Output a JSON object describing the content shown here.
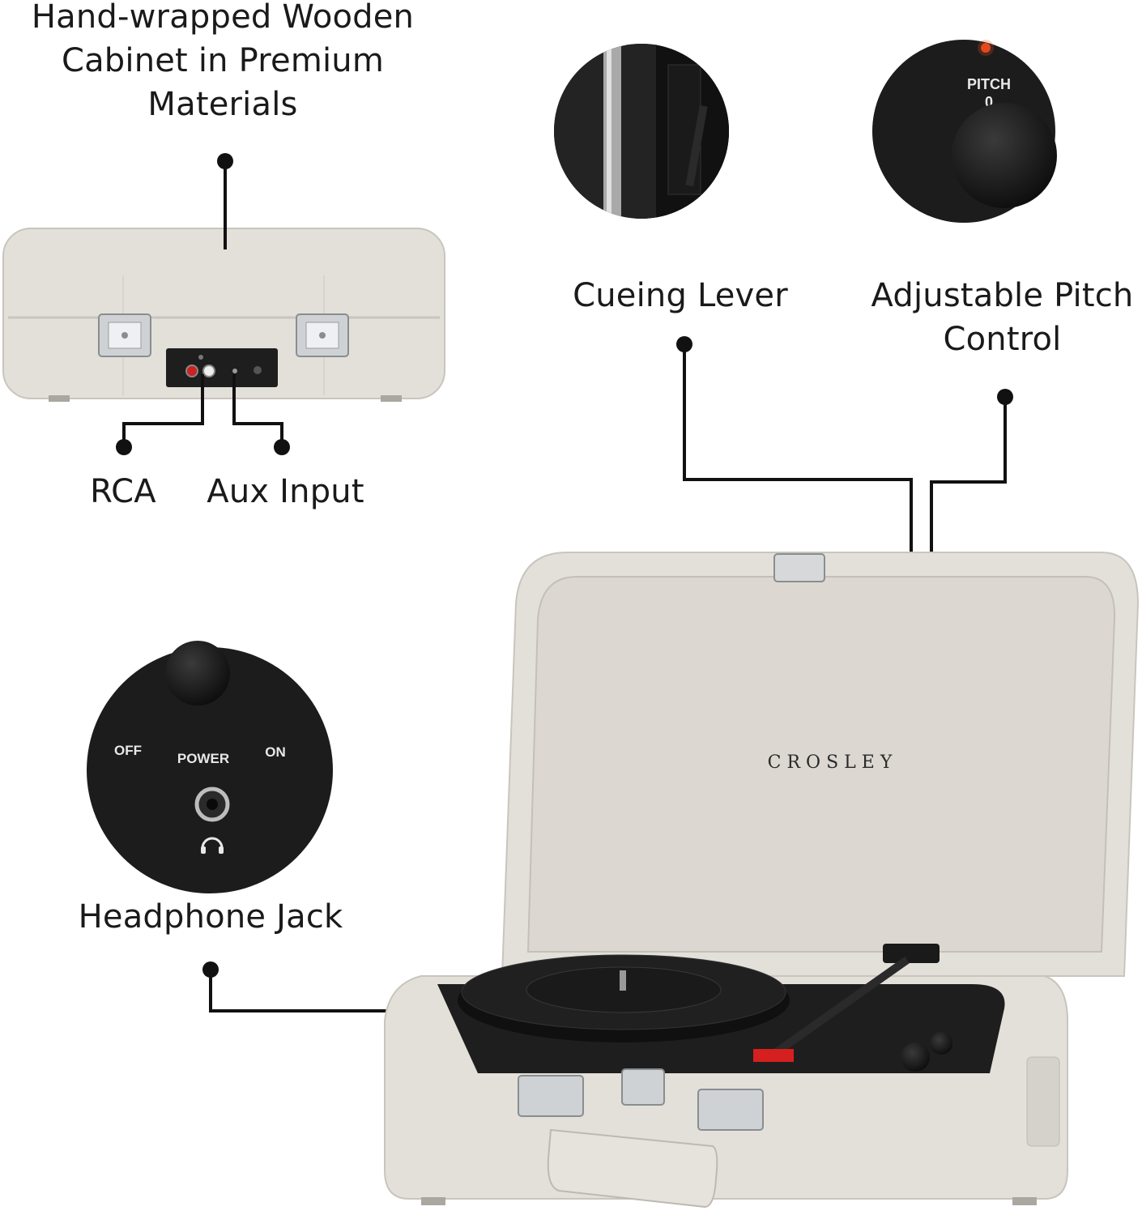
{
  "callouts": {
    "cabinet": "Hand-wrapped Wooden\nCabinet in Premium\nMaterials",
    "rca": "RCA",
    "aux": "Aux Input",
    "cueing": "Cueing Lever",
    "pitch": "Adjustable Pitch\nControl",
    "headphone": "Headphone Jack"
  },
  "pitch_panel": {
    "label": "PITCH",
    "value": "0"
  },
  "power_panel": {
    "off": "OFF",
    "power": "POWER",
    "on": "ON"
  },
  "brand": "CROSLEY",
  "colors": {
    "cabinet": "#e3e0da",
    "cabinet_shadow": "#cfcbc3",
    "panel": "#1e1e1e",
    "leader_lines": "#111111",
    "pitch_led": "#e24a1c",
    "stylus": "#d61f1f"
  }
}
